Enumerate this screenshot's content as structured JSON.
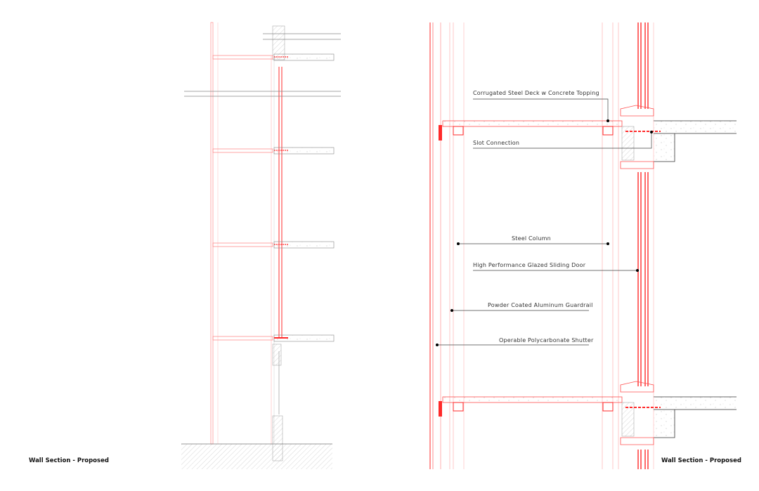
{
  "titles": {
    "left": "Wall Section - Proposed",
    "right": "Wall Section - Proposed"
  },
  "callouts": [
    {
      "label": "Corrugated Steel Deck w Concrete Topping"
    },
    {
      "label": "Slot Connection"
    },
    {
      "label": "Steel Column"
    },
    {
      "label": "High Performance Glazed Sliding Door"
    },
    {
      "label": "Powder Coated Aluminum Guardrail"
    },
    {
      "label": "Operable Polycarbonate Shutter"
    }
  ],
  "colors": {
    "accent": "#ff2a2a",
    "light_red": "#ffb0b0",
    "linework": "#555555"
  }
}
